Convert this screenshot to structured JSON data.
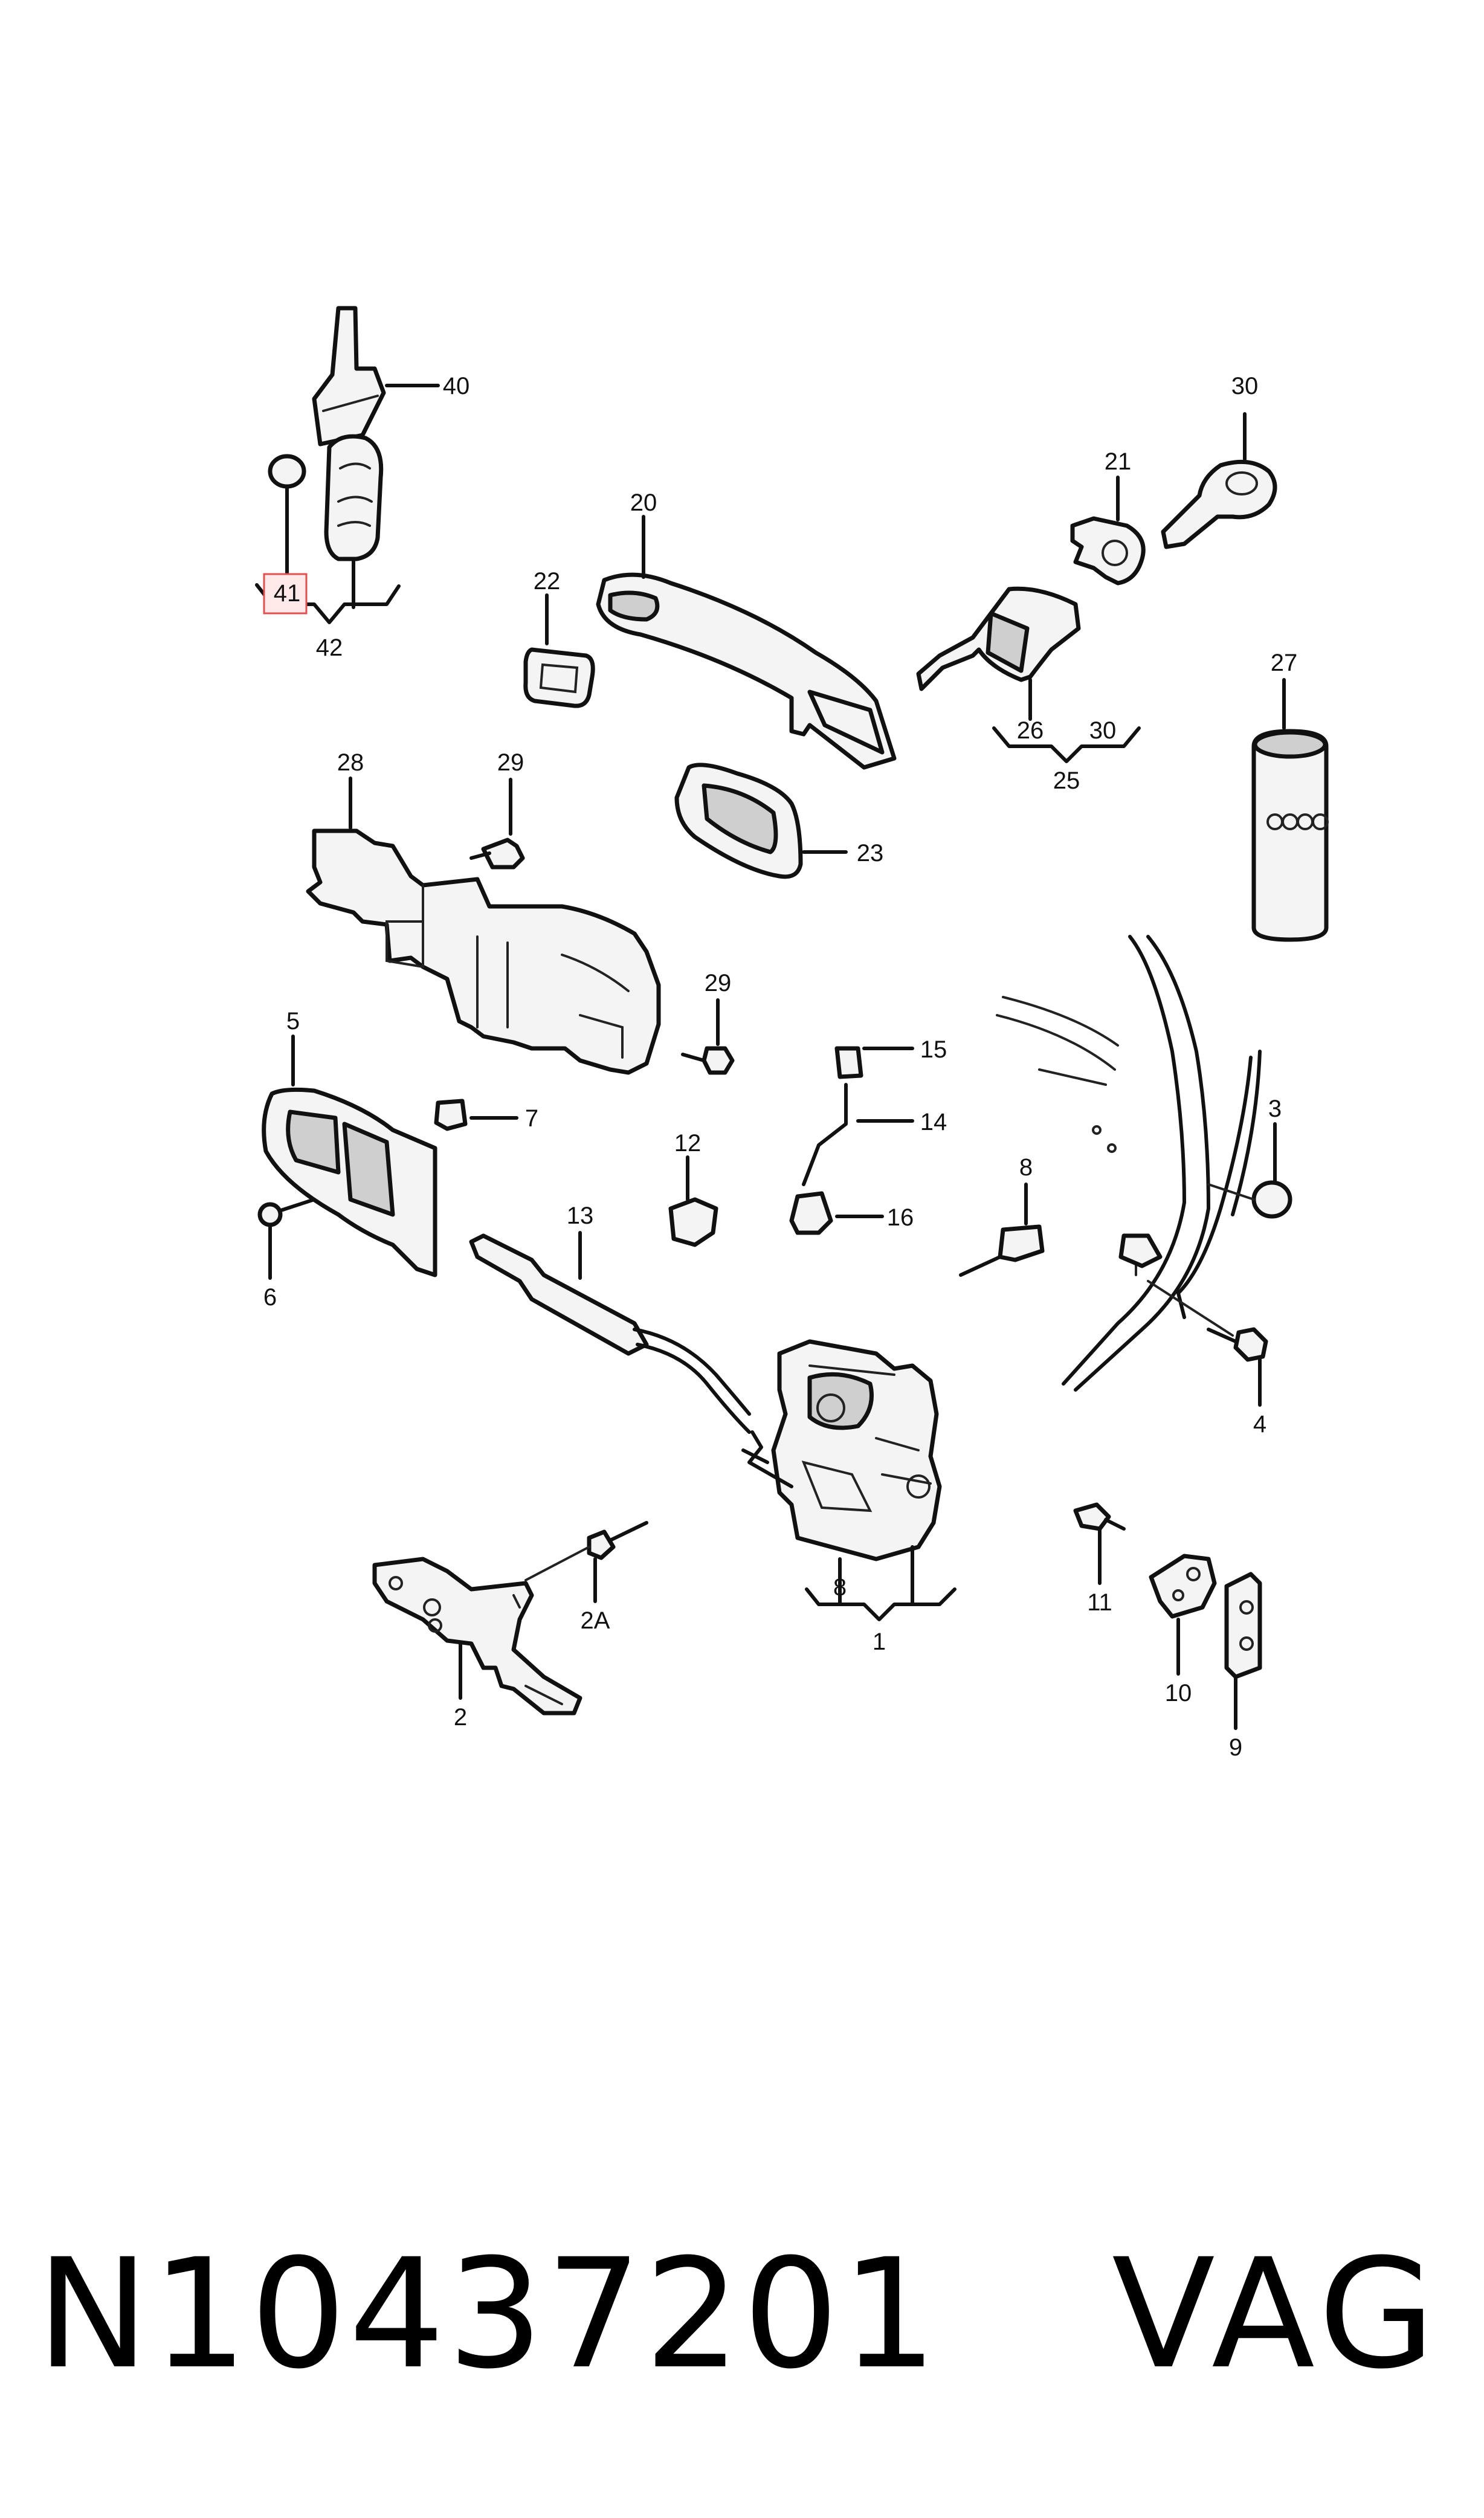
{
  "callouts": {
    "n40": "40",
    "n41": "41",
    "n42": "42",
    "n20": "20",
    "n22": "22",
    "n21": "21",
    "n30a": "30",
    "n26": "26",
    "n30b": "30",
    "n25": "25",
    "n27": "27",
    "n28": "28",
    "n29a": "29",
    "n23": "23",
    "n29b": "29",
    "n5": "5",
    "n7": "7",
    "n15": "15",
    "n14": "14",
    "n8a": "8",
    "n3": "3",
    "n12": "12",
    "n16": "16",
    "n6": "6",
    "n13": "13",
    "n4": "4",
    "n8b": "8",
    "n1": "1",
    "n11": "11",
    "n2a": "2A",
    "n10": "10",
    "n2": "2",
    "n9": "9"
  },
  "highlighted_callout": "41",
  "footer": {
    "part_number": "N10437201",
    "brand": "VAG"
  }
}
